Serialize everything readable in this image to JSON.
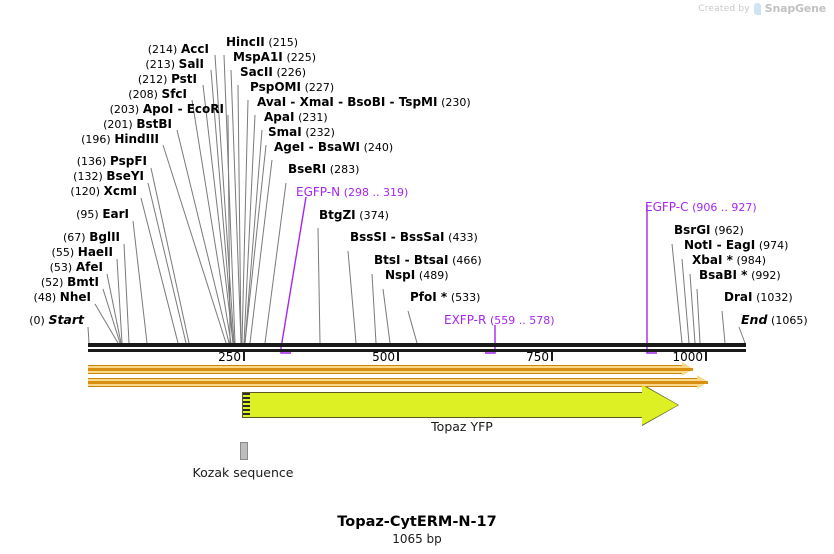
{
  "watermark": {
    "created_by": "Created by",
    "brand": "SnapGene",
    "logo_icon": "snapgene-logo-icon"
  },
  "title": {
    "name": "Topaz-CytERM-N-17",
    "length": "1065 bp"
  },
  "ruler": {
    "ticks": [
      {
        "label": "250",
        "value": 250
      },
      {
        "label": "500",
        "value": 500
      },
      {
        "label": "750",
        "value": 750
      },
      {
        "label": "1000",
        "value": 1000
      }
    ],
    "start": 0,
    "end": 1065
  },
  "terminals": {
    "start": {
      "pos": "(0)",
      "name": "Start"
    },
    "end": {
      "name": "End",
      "pos": "(1065)"
    }
  },
  "sites_left": [
    {
      "pos": "(214)",
      "name": "AccI",
      "site": 214
    },
    {
      "pos": "(213)",
      "name": "SalI",
      "site": 213
    },
    {
      "pos": "(212)",
      "name": "PstI",
      "site": 212
    },
    {
      "pos": "(208)",
      "name": "SfcI",
      "site": 208
    },
    {
      "pos": "(203)",
      "name": "ApoI - EcoRI",
      "site": 203
    },
    {
      "pos": "(201)",
      "name": "BstBI",
      "site": 201
    },
    {
      "pos": "(196)",
      "name": "HindIII",
      "site": 196
    },
    {
      "pos": "(136)",
      "name": "PspFI",
      "site": 136
    },
    {
      "pos": "(132)",
      "name": "BseYI",
      "site": 132
    },
    {
      "pos": "(120)",
      "name": "XcmI",
      "site": 120
    },
    {
      "pos": "(95)",
      "name": "EarI",
      "site": 95
    },
    {
      "pos": "(67)",
      "name": "BglII",
      "site": 67
    },
    {
      "pos": "(55)",
      "name": "HaeII",
      "site": 55
    },
    {
      "pos": "(53)",
      "name": "AfeI",
      "site": 53
    },
    {
      "pos": "(52)",
      "name": "BmtI",
      "site": 52
    },
    {
      "pos": "(48)",
      "name": "NheI",
      "site": 48
    }
  ],
  "sites_right": [
    {
      "name": "HincII",
      "pos": "(215)",
      "site": 215
    },
    {
      "name": "MspA1I",
      "pos": "(225)",
      "site": 225
    },
    {
      "name": "SacII",
      "pos": "(226)",
      "site": 226
    },
    {
      "name": "PspOMI",
      "pos": "(227)",
      "site": 227
    },
    {
      "name": "AvaI - XmaI - BsoBI - TspMI",
      "pos": "(230)",
      "site": 230
    },
    {
      "name": "ApaI",
      "pos": "(231)",
      "site": 231
    },
    {
      "name": "SmaI",
      "pos": "(232)",
      "site": 232
    },
    {
      "name": "AgeI - BsaWI",
      "pos": "(240)",
      "site": 240
    },
    {
      "name": "BseRI",
      "pos": "(283)",
      "site": 283
    },
    {
      "name": "BtgZI",
      "pos": "(374)",
      "site": 374
    },
    {
      "name": "BssSI - BssSaI",
      "pos": "(433)",
      "site": 433
    },
    {
      "name": "BtsI - BtsaI",
      "pos": "(466)",
      "site": 466
    },
    {
      "name": "NspI",
      "pos": "(489)",
      "site": 489
    },
    {
      "name": "PfoI *",
      "pos": "(533)",
      "site": 533
    },
    {
      "name": "BsrGI",
      "pos": "(962)",
      "site": 962
    },
    {
      "name": "NotI - EagI",
      "pos": "(974)",
      "site": 974
    },
    {
      "name": "XbaI *",
      "pos": "(984)",
      "site": 984
    },
    {
      "name": "BsaBI *",
      "pos": "(992)",
      "site": 992
    },
    {
      "name": "DraI",
      "pos": "(1032)",
      "site": 1032
    }
  ],
  "primers": [
    {
      "name": "EGFP-N",
      "pos": "(298 .. 319)",
      "start": 298,
      "end": 319,
      "orientation": "forward"
    },
    {
      "name": "EXFP-R",
      "pos": "(559 .. 578)",
      "start": 559,
      "end": 578,
      "orientation": "reverse"
    },
    {
      "name": "EGFP-C",
      "pos": "(906 .. 927)",
      "start": 906,
      "end": 927,
      "orientation": "reverse"
    }
  ],
  "features": [
    {
      "name": "Topaz YFP",
      "type": "CDS",
      "color": "#dcf024"
    },
    {
      "name": "Kozak sequence",
      "type": "misc",
      "color": "#bdbdbd"
    }
  ],
  "orfs": [
    {
      "name": "orf-1",
      "color": "#fcd98a"
    },
    {
      "name": "orf-2",
      "color": "#fcd98a"
    }
  ],
  "colors": {
    "primer": "#a626f0",
    "cds": "#dcf024",
    "orf": "#fcd98a",
    "ruler": "#1a1a1a",
    "leader": "#7a7a7a"
  }
}
